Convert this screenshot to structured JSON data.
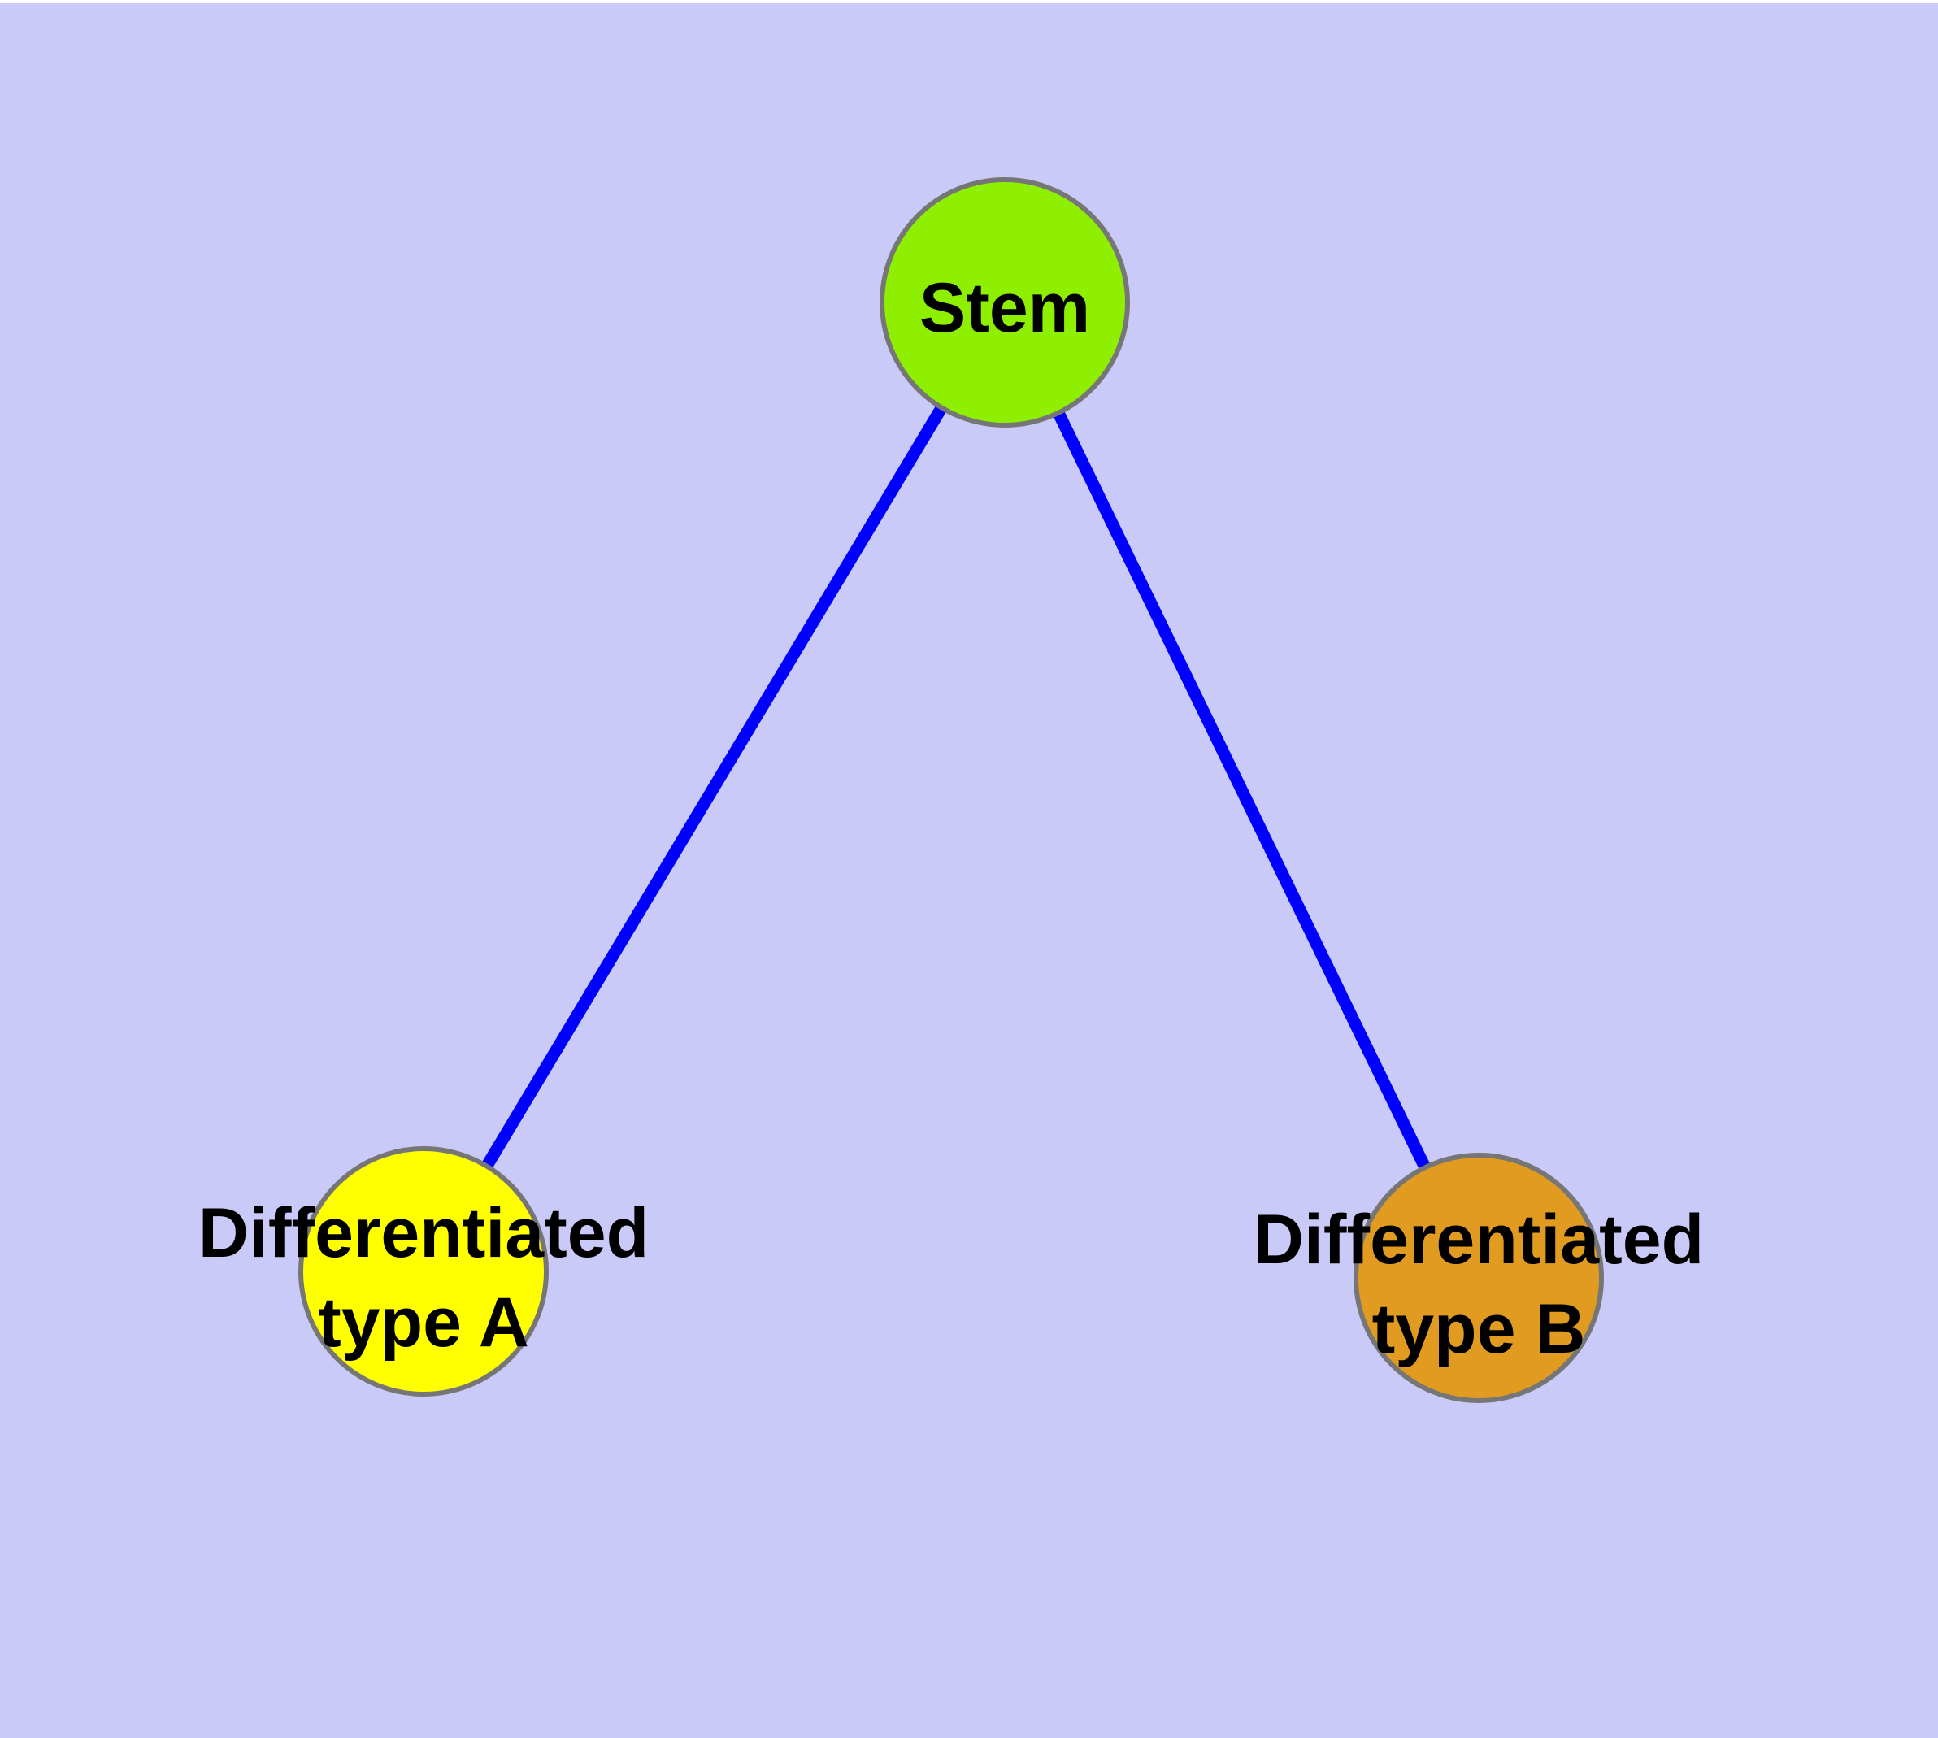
{
  "diagram": {
    "background_color": "#CACAF8",
    "edge_color": "#0000FF",
    "node_border_color": "#767676",
    "label_color": "#000000",
    "nodes": [
      {
        "id": "stem",
        "label": "Stem",
        "fill": "#8FEF00"
      },
      {
        "id": "differentiated-type-a",
        "label": "Differentiated type A",
        "lines": [
          "Differentiated",
          "type A"
        ],
        "fill": "#FFFF00"
      },
      {
        "id": "differentiated-type-b",
        "label": "Differentiated type B",
        "lines": [
          "Differentiated",
          "type B"
        ],
        "fill": "#E09B20"
      }
    ],
    "edges": [
      {
        "from": "Stem",
        "to": "Differentiated type A"
      },
      {
        "from": "Stem",
        "to": "Differentiated type B"
      }
    ]
  }
}
